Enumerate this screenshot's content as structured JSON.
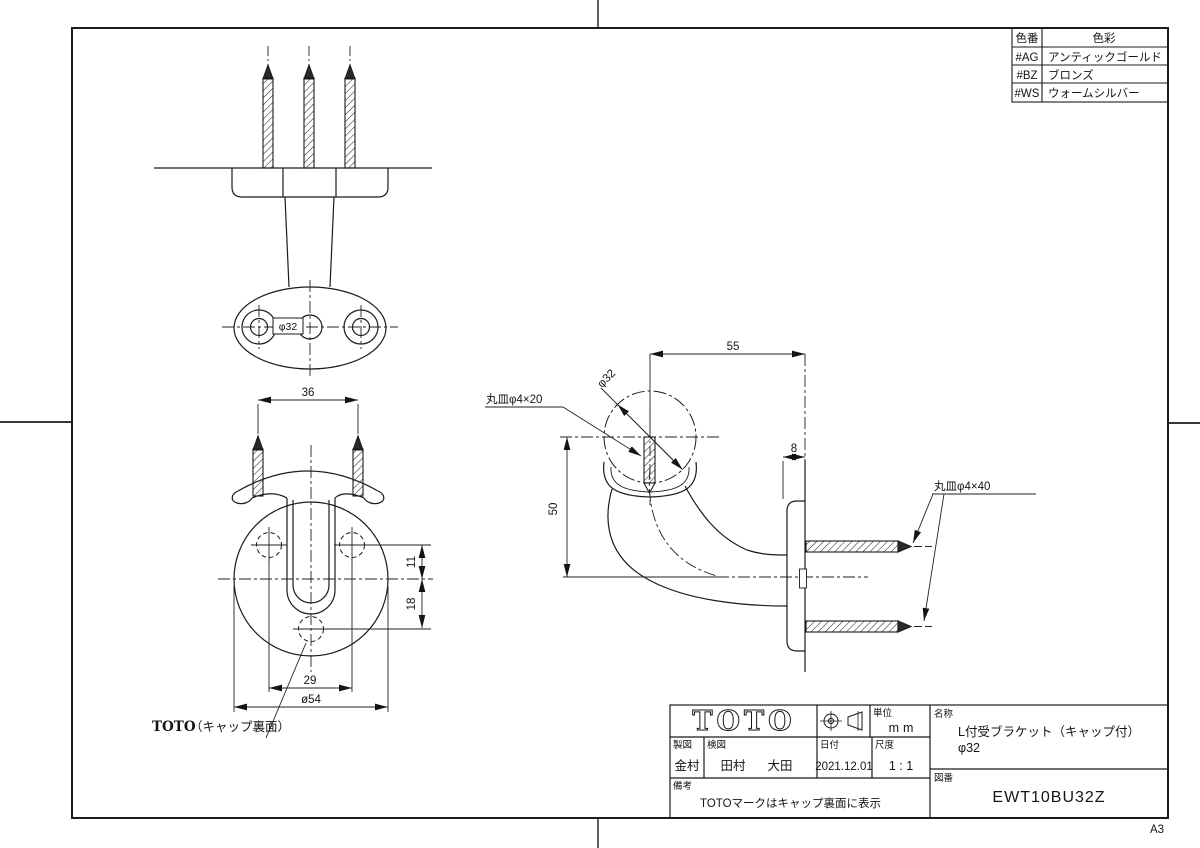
{
  "sheet": {
    "size_label": "A3"
  },
  "color_table": {
    "headers": [
      "色番",
      "色彩"
    ],
    "rows": [
      {
        "code": "#AG",
        "name": "アンティックゴールド"
      },
      {
        "code": "#BZ",
        "name": "ブロンズ"
      },
      {
        "code": "#WS",
        "name": "ウォームシルバー"
      }
    ]
  },
  "title_block": {
    "logo": "TOTO",
    "unit_label": "単位",
    "unit_value": "mm",
    "drafter_label": "製図",
    "drafter": "金村",
    "checker_label": "検図",
    "checker_1": "田村",
    "checker_2": "大田",
    "date_label": "日付",
    "date": "2021.12.01",
    "scale_label": "尺度",
    "scale": "1 : 1",
    "name_label": "名称",
    "name_line1": "L付受ブラケット（キャップ付）",
    "name_line2": "φ32",
    "number_label": "図番",
    "drawing_number": "EWT10BU32Z",
    "remarks_label": "備考",
    "remarks": "TOTOマークはキャップ裏面に表示"
  },
  "annotations": {
    "dia_box": "φ32",
    "dia_diag": "φ32",
    "screw_note_front": "丸皿φ4×20",
    "screw_note_side": "丸皿φ4×40",
    "cap_note_logo": "TOTO",
    "cap_note_text": "（キャップ裏面）"
  },
  "dimensions": {
    "screw_span": "36",
    "hole_span": "29",
    "plate_dia": "ø54",
    "hole_offset": "11",
    "hole_drop": "18",
    "arm_reach": "55",
    "arm_drop": "50",
    "plate_thickness": "8"
  }
}
